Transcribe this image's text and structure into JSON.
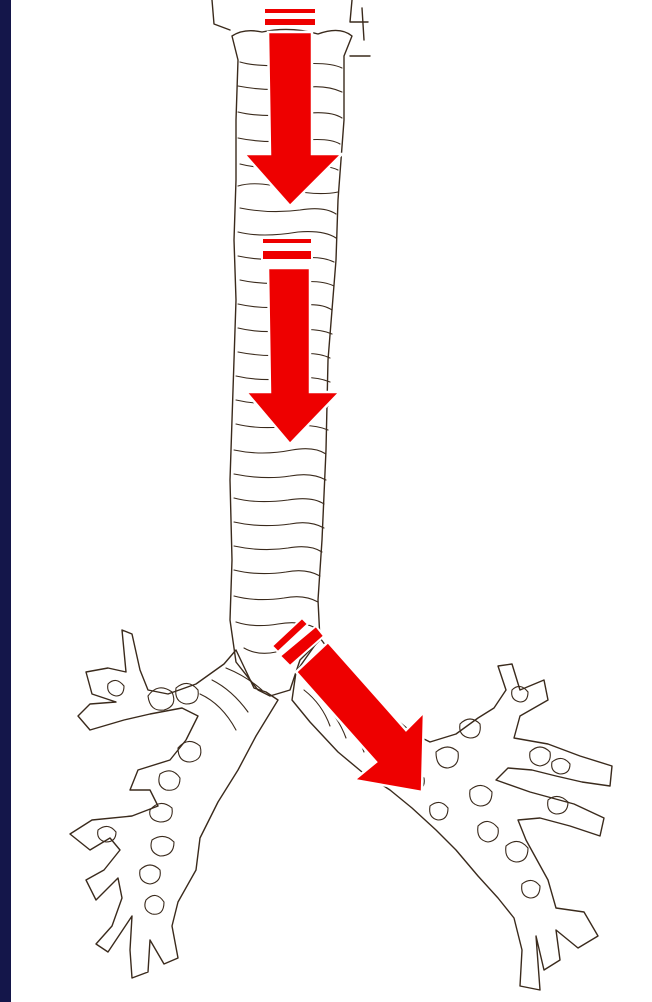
{
  "colors": {
    "background": "#ffffff",
    "side_bar": "#14164a",
    "tissue": "#f5c9a2",
    "outline": "#3a2a1c",
    "arrow": "#ee0000",
    "arrow_edge": "#ffffff"
  },
  "arrows": [
    {
      "name": "trachea-upper-arrow",
      "direction": "down"
    },
    {
      "name": "trachea-lower-arrow",
      "direction": "down"
    },
    {
      "name": "right-bronchus-arrow",
      "direction": "down-right"
    }
  ]
}
